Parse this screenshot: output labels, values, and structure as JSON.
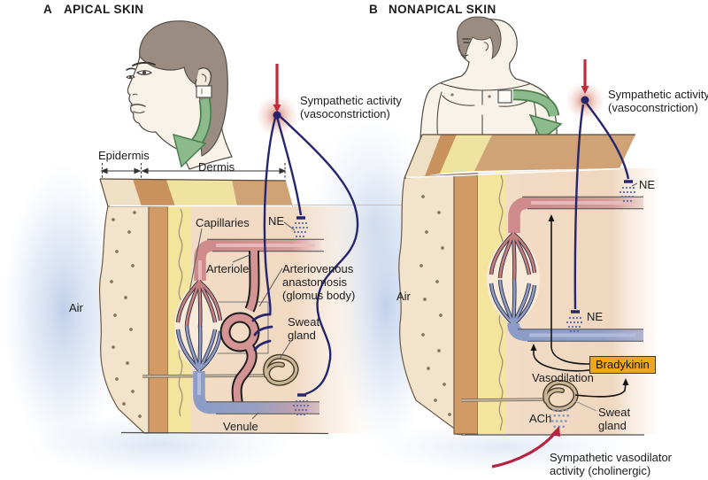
{
  "colors": {
    "nerve_blue": "#26266e",
    "sympathetic_red": "#c22a3a",
    "arteriole_pink": "#cf8b8b",
    "venule_blue": "#8b9cc7",
    "capillary_red": "#c5807d",
    "skin_cream": "#f4e3cb",
    "epidermis_orange": "#d29b66",
    "epidermis_yellow": "#f3e59c",
    "dermis_peach": "#f2dcc5",
    "top_surface_tan": "#cfa376",
    "bradykinin_bg": "#eaa71f",
    "arrow_green": "#8cba8c",
    "air_glow_blue": "#b5c8e8"
  },
  "panel_a": {
    "letter": "A",
    "title": "APICAL SKIN",
    "sympathetic": [
      "Sympathetic activity",
      "(vasoconstriction)"
    ],
    "epidermis": "Epidermis",
    "dermis": "Dermis",
    "air": "Air",
    "capillaries": "Capillaries",
    "ne_arteriole": "NE",
    "arteriole": "Arteriole",
    "anastomosis": [
      "Arteriovenous",
      "anastomosis",
      "(glomus body)"
    ],
    "sweat_gland": [
      "Sweat",
      "gland"
    ],
    "venule": "Venule"
  },
  "panel_b": {
    "letter": "B",
    "title": "NONAPICAL SKIN",
    "sympathetic": [
      "Sympathetic activity",
      "(vasoconstriction)"
    ],
    "air": "Air",
    "ne_arteriole": "NE",
    "ne_venule": "NE",
    "bradykinin": "Bradykinin",
    "vasodilation": "Vasodilation",
    "sweat_gland": [
      "Sweat",
      "gland"
    ],
    "ach": "ACh",
    "vasodilator": [
      "Sympathetic vasodilator",
      "activity (cholinergic)"
    ]
  }
}
